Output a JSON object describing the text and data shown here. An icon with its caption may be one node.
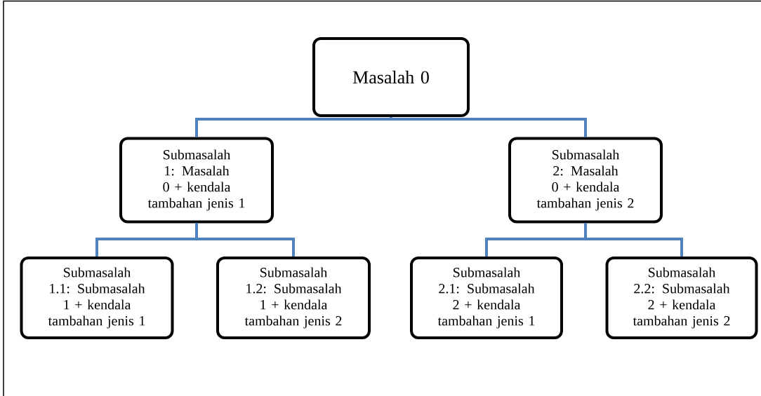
{
  "diagram": {
    "nodes": [
      {
        "text": [
          "Masalah 0"
        ]
      },
      {
        "text": [
          "Submasalah 1: Masalah 0 + kendala tambahan jenis 1"
        ]
      },
      {
        "text": [
          "Submasalah 2: Masalah 0 + kendala tambahan jenis 2"
        ]
      },
      {
        "text": [
          "Submasalah 1.1: Submasalah 1 + kendala tambahan jenis 1"
        ]
      },
      {
        "text": [
          "Submasalah 1.2: Submasalah 1 + kendala tambahan jenis 2"
        ]
      },
      {
        "text": [
          "Submasalah 2.1: Submasalah 2 + kendala tambahan jenis 1"
        ]
      },
      {
        "text": [
          "Submasalah 2.2: Submasalah 2 + kendala tambahan jenis 2"
        ]
      }
    ],
    "edges": [
      {
        "from": 0,
        "to": 1,
        "arrow": "none"
      },
      {
        "from": 0,
        "to": 2,
        "arrow": "none"
      },
      {
        "from": 1,
        "to": 3,
        "arrow": "none"
      },
      {
        "from": 1,
        "to": 4,
        "arrow": "none"
      },
      {
        "from": 2,
        "to": 5,
        "arrow": "none"
      },
      {
        "from": 2,
        "to": 6,
        "arrow": "none"
      }
    ]
  }
}
